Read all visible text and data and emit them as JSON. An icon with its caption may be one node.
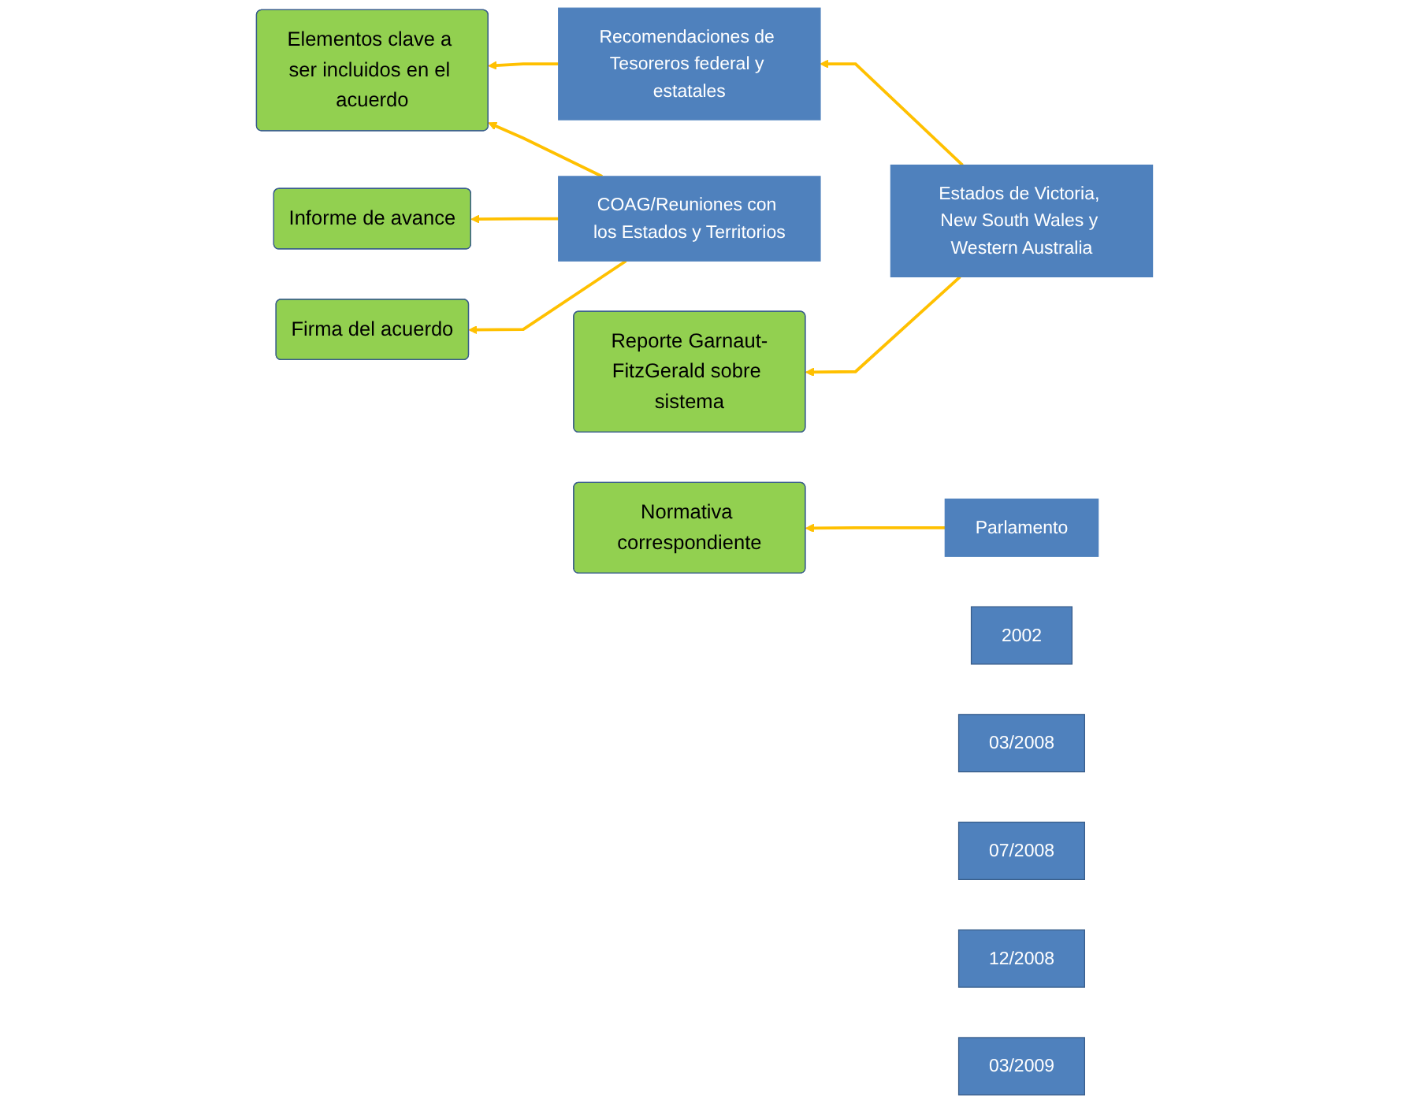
{
  "diagram": {
    "nodes": [
      {
        "text": [
          "2002"
        ]
      },
      {
        "text": [
          "Reporte Garnaut-FitzGerald sobre sistema"
        ]
      },
      {
        "text": [
          "Estados de Victoria, New South Wales y Western Australia"
        ]
      },
      {
        "text": [
          "Recomendaciones de Tesoreros federal y estatales"
        ]
      },
      {
        "text": [
          "03/2008"
        ]
      },
      {
        "text": [
          "Elementos clave a ser incluidos en el acuerdo"
        ]
      },
      {
        "text": [
          "07/2008"
        ]
      },
      {
        "text": [
          "Informe de avance"
        ]
      },
      {
        "text": [
          "12/2008"
        ]
      },
      {
        "text": [
          "Firma del acuerdo"
        ]
      },
      {
        "text": [
          "03/2009"
        ]
      },
      {
        "text": [
          "Normativa correspondiente"
        ]
      },
      {
        "text": [
          "COAG/Reuniones con los Estados y Territorios"
        ]
      },
      {
        "text": [
          "Parlamento"
        ]
      }
    ],
    "edges": [
      {
        "from": 2,
        "to": 1,
        "arrow": "to"
      },
      {
        "from": 2,
        "to": 3,
        "arrow": "to"
      },
      {
        "from": 3,
        "to": 5,
        "arrow": "to"
      },
      {
        "from": 12,
        "to": 5,
        "arrow": "to"
      },
      {
        "from": 12,
        "to": 7,
        "arrow": "to"
      },
      {
        "from": 12,
        "to": 9,
        "arrow": "to"
      },
      {
        "from": 13,
        "to": 11,
        "arrow": "to"
      }
    ]
  }
}
